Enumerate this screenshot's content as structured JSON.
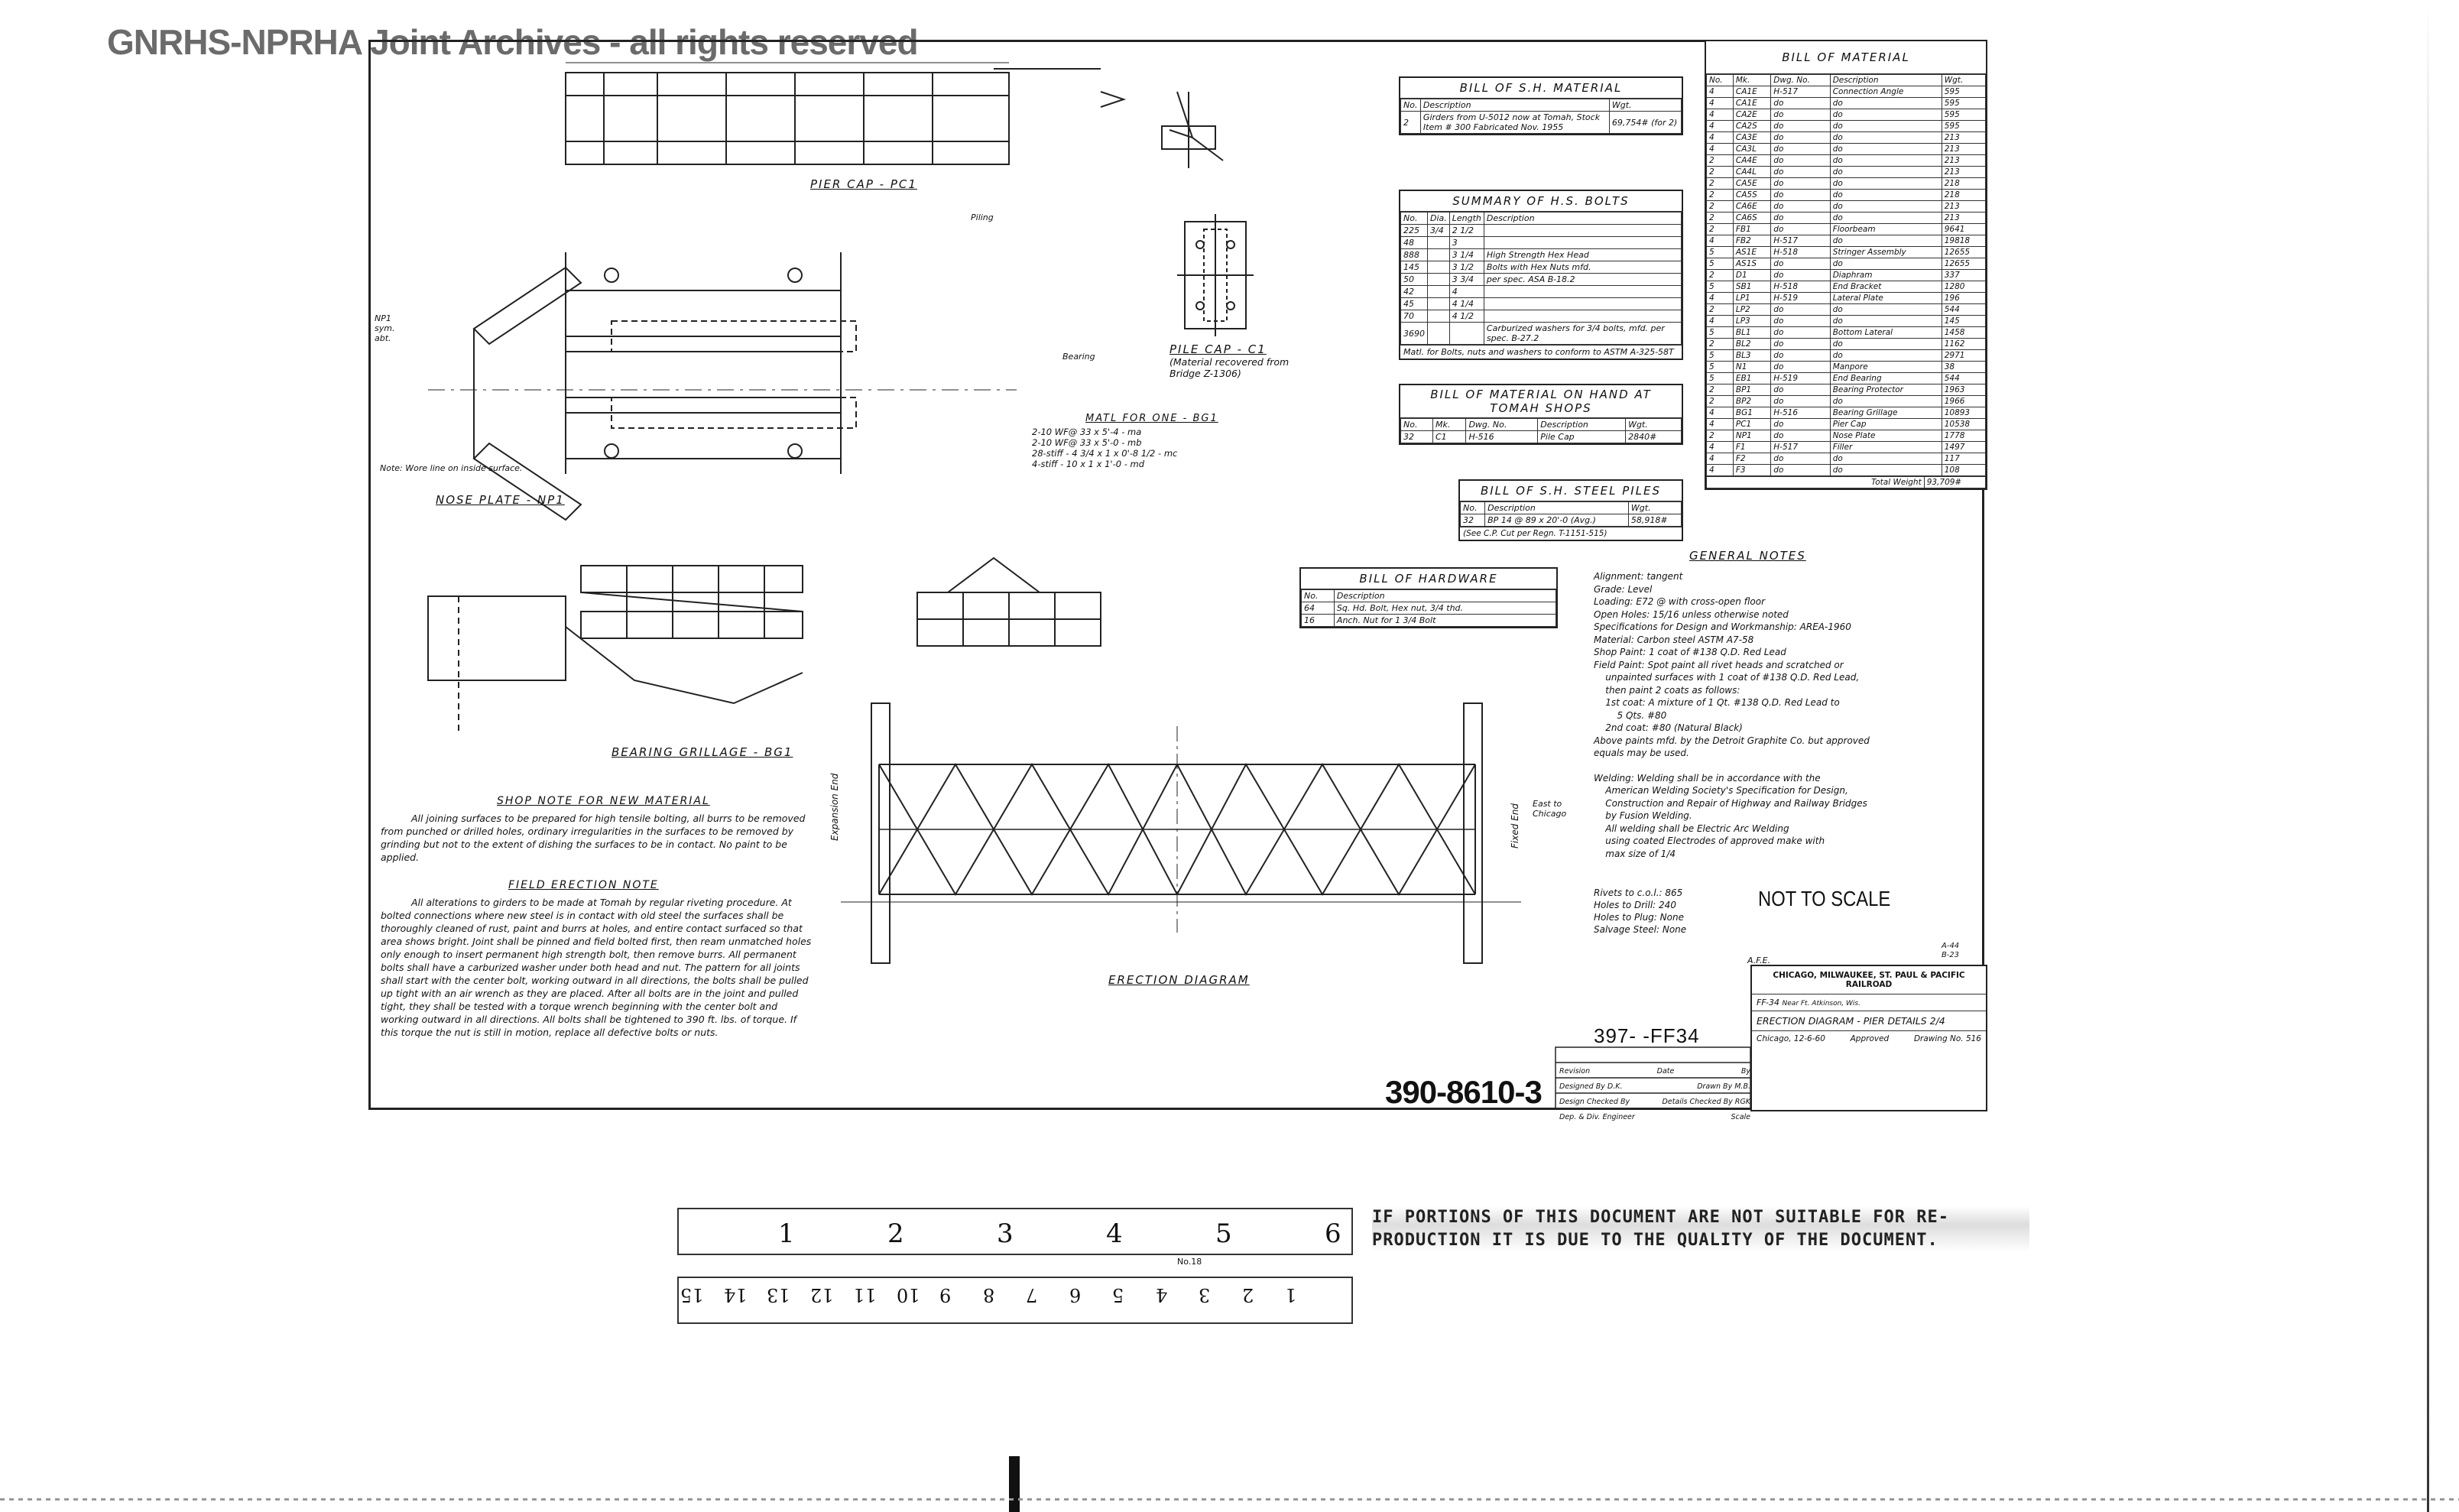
{
  "watermark": "GNRHS-NPRHA Joint Archives - all rights reserved",
  "drawing_labels": {
    "pier_cap": "PIER CAP - PC1",
    "pile_cap": "PILE CAP - C1",
    "pile_cap_note": "(Material recovered from Bridge Z-1306)",
    "nose_plate": "NOSE PLATE - NP1",
    "bearing_grillage": "BEARING GRILLAGE - BG1",
    "erection_diagram": "ERECTION DIAGRAM",
    "expansion_end": "Expansion End",
    "fixed_end": "Fixed End",
    "east_to_chicago": "East to Chicago",
    "matl_for_one": "MATL FOR ONE - BG1",
    "matl_for_one_lines": [
      "2-10 WF@ 33 x 5'-4 - ma",
      "2-10 WF@ 33 x 5'-0 - mb",
      "28-stiff - 4 3/4 x 1 x 0'-8 1/2 - mc",
      "4-stiff - 10 x 1 x 1'-0 - md"
    ],
    "nose_note": "Note: Wore line on inside surface.",
    "piling": "Piling",
    "bearing": "Bearing",
    "np1_sym": "NP1 sym. abt."
  },
  "bill_sh_material": {
    "title": "BILL OF S.H. MATERIAL",
    "headers": [
      "No.",
      "Description",
      "Wgt."
    ],
    "rows": [
      [
        "2",
        "Girders from U-5012 now at Tomah, Stock Item # 300 Fabricated Nov. 1955",
        "69,754# (for 2)"
      ]
    ]
  },
  "summary_hs_bolts": {
    "title": "SUMMARY OF H.S. BOLTS",
    "headers": [
      "No.",
      "Dia.",
      "Length",
      "Description"
    ],
    "rows": [
      [
        "225",
        "3/4",
        "2 1/2",
        ""
      ],
      [
        "48",
        "",
        "3",
        ""
      ],
      [
        "888",
        "",
        "3 1/4",
        "High Strength Hex Head"
      ],
      [
        "145",
        "",
        "3 1/2",
        "Bolts with Hex Nuts mfd."
      ],
      [
        "50",
        "",
        "3 3/4",
        "per spec. ASA B-18.2"
      ],
      [
        "42",
        "",
        "4",
        ""
      ],
      [
        "45",
        "",
        "4 1/4",
        ""
      ],
      [
        "70",
        "",
        "4 1/2",
        ""
      ],
      [
        "3690",
        "",
        "",
        "Carburized washers for 3/4 bolts, mfd. per spec. B-27.2"
      ]
    ],
    "footnote": "Matl. for Bolts, nuts and washers to conform to ASTM A-325-58T"
  },
  "bill_material_tomah": {
    "title": "BILL OF MATERIAL ON HAND AT TOMAH SHOPS",
    "headers": [
      "No.",
      "Mk.",
      "Dwg. No.",
      "Description",
      "Wgt."
    ],
    "rows": [
      [
        "32",
        "C1",
        "H-516",
        "Pile Cap",
        "2840#"
      ]
    ]
  },
  "bill_sh_steel_piles": {
    "title": "BILL OF S.H. STEEL PILES",
    "headers": [
      "No.",
      "Description",
      "Wgt."
    ],
    "rows": [
      [
        "32",
        "BP 14 @ 89 x 20'-0 (Avg.)",
        "58,918#"
      ]
    ],
    "footnote": "(See C.P. Cut per Regn. T-1151-515)"
  },
  "bill_hardware": {
    "title": "BILL OF HARDWARE",
    "headers": [
      "No.",
      "Description"
    ],
    "rows": [
      [
        "64",
        "Sq. Hd. Bolt, Hex nut, 3/4 thd."
      ],
      [
        "16",
        "Anch. Nut for 1 3/4 Bolt"
      ]
    ]
  },
  "bill_material": {
    "title": "BILL OF MATERIAL",
    "headers": [
      "No.",
      "Mk.",
      "Dwg. No.",
      "Description",
      "Wgt."
    ],
    "rows": [
      [
        "4",
        "CA1E",
        "H-517",
        "Connection Angle",
        "595"
      ],
      [
        "4",
        "CA1E",
        "do",
        "do",
        "595"
      ],
      [
        "4",
        "CA2E",
        "do",
        "do",
        "595"
      ],
      [
        "4",
        "CA2S",
        "do",
        "do",
        "595"
      ],
      [
        "4",
        "CA3E",
        "do",
        "do",
        "213"
      ],
      [
        "4",
        "CA3L",
        "do",
        "do",
        "213"
      ],
      [
        "2",
        "CA4E",
        "do",
        "do",
        "213"
      ],
      [
        "2",
        "CA4L",
        "do",
        "do",
        "213"
      ],
      [
        "2",
        "CA5E",
        "do",
        "do",
        "218"
      ],
      [
        "2",
        "CA5S",
        "do",
        "do",
        "218"
      ],
      [
        "2",
        "CA6E",
        "do",
        "do",
        "213"
      ],
      [
        "2",
        "CA6S",
        "do",
        "do",
        "213"
      ],
      [
        "2",
        "FB1",
        "do",
        "Floorbeam",
        "9641"
      ],
      [
        "4",
        "FB2",
        "H-517",
        "do",
        "19818"
      ],
      [
        "5",
        "AS1E",
        "H-518",
        "Stringer Assembly",
        "12655"
      ],
      [
        "5",
        "AS1S",
        "do",
        "do",
        "12655"
      ],
      [
        "2",
        "D1",
        "do",
        "Diaphram",
        "337"
      ],
      [
        "5",
        "SB1",
        "H-518",
        "End Bracket",
        "1280"
      ],
      [
        "4",
        "LP1",
        "H-519",
        "Lateral Plate",
        "196"
      ],
      [
        "2",
        "LP2",
        "do",
        "do",
        "544"
      ],
      [
        "4",
        "LP3",
        "do",
        "do",
        "145"
      ],
      [
        "5",
        "BL1",
        "do",
        "Bottom Lateral",
        "1458"
      ],
      [
        "2",
        "BL2",
        "do",
        "do",
        "1162"
      ],
      [
        "5",
        "BL3",
        "do",
        "do",
        "2971"
      ],
      [
        "5",
        "N1",
        "do",
        "Manpore",
        "38"
      ],
      [
        "5",
        "EB1",
        "H-519",
        "End Bearing",
        "544"
      ],
      [
        "2",
        "BP1",
        "do",
        "Bearing Protector",
        "1963"
      ],
      [
        "2",
        "BP2",
        "do",
        "do",
        "1966"
      ],
      [
        "4",
        "BG1",
        "H-516",
        "Bearing Grillage",
        "10893"
      ],
      [
        "4",
        "PC1",
        "do",
        "Pier Cap",
        "10538"
      ],
      [
        "2",
        "NP1",
        "do",
        "Nose Plate",
        "1778"
      ],
      [
        "4",
        "F1",
        "H-517",
        "Filler",
        "1497"
      ],
      [
        "4",
        "F2",
        "do",
        "do",
        "117"
      ],
      [
        "4",
        "F3",
        "do",
        "do",
        "108"
      ]
    ],
    "total_label": "Total Weight",
    "total_value": "93,709#"
  },
  "general_notes": {
    "title": "GENERAL NOTES",
    "lines": [
      "Alignment: tangent",
      "Grade: Level",
      "Loading: E72 @ with cross-open floor",
      "Open Holes: 15/16 unless otherwise noted",
      "Specifications for Design and Workmanship: AREA-1960",
      "Material: Carbon steel ASTM A7-58",
      "Shop Paint: 1 coat of #138 Q.D. Red Lead",
      "Field Paint: Spot paint all rivet heads and scratched or",
      "    unpainted surfaces with 1 coat of #138 Q.D. Red Lead,",
      "    then paint 2 coats as follows:",
      "    1st coat: A mixture of 1 Qt. #138 Q.D. Red Lead to",
      "        5 Qts. #80",
      "    2nd coat: #80 (Natural Black)",
      "Above paints mfd. by the Detroit Graphite Co. but approved",
      "equals may be used.",
      "",
      "Welding: Welding shall be in accordance with the",
      "    American Welding Society's Specification for Design,",
      "    Construction and Repair of Highway and Railway Bridges",
      "    by Fusion Welding.",
      "    All welding shall be Electric Arc Welding",
      "    using coated Electrodes of approved make with",
      "    max size of 1/4"
    ],
    "rivets": [
      "Rivets to c.o.l.: 865",
      "Holes to Drill: 240",
      "Holes to Plug: None",
      "Salvage Steel: None"
    ]
  },
  "not_to_scale": "NOT TO SCALE",
  "shop_note": {
    "title": "SHOP NOTE FOR NEW MATERIAL",
    "text": "All joining surfaces to be prepared for high tensile bolting, all burrs to be removed from punched or drilled holes, ordinary irregularities in the surfaces to be removed by grinding but not to the extent of dishing the surfaces to be in contact. No paint to be applied."
  },
  "field_note": {
    "title": "FIELD ERECTION NOTE",
    "text": "All alterations to girders to be made at Tomah by regular riveting procedure. At bolted connections where new steel is in contact with old steel the surfaces shall be thoroughly cleaned of rust, paint and burrs at holes, and entire contact surfaced so that area shows bright. Joint shall be pinned and field bolted first, then ream unmatched holes only enough to insert permanent high strength bolt, then remove burrs. All permanent bolts shall have a carburized washer under both head and nut. The pattern for all joints shall start with the center bolt, working outward in all directions, the bolts shall be pulled up tight with an air wrench as they are placed. After all bolts are in the joint and pulled tight, they shall be tested with a torque wrench beginning with the center bolt and working outward in all directions. All bolts shall be tightened to 390 ft. lbs. of torque. If this torque the nut is still in motion, replace all defective bolts or nuts."
  },
  "title_block": {
    "railroad": "CHICAGO, MILWAUKEE, ST. PAUL & PACIFIC RAILROAD",
    "bridge_no": "FF-34",
    "location": "Near Ft. Atkinson, Wis.",
    "drawing_title": "ERECTION DIAGRAM - PIER DETAILS",
    "sheet": "2/4",
    "city": "Chicago",
    "date": "12-6-60",
    "approved": "Approved",
    "drawing_no_label": "Drawing No.",
    "drawing_no": "516",
    "designed_by_label": "Designed By",
    "designed_by": "D.K.",
    "drawn_by_label": "Drawn By",
    "drawn_by": "M.B.",
    "checked_label": "Design Checked By",
    "details_checked_label": "Details Checked By",
    "details_checked": "RGK",
    "dept_label": "Dep. & Div. Engineer",
    "scale_note_label": "Scale",
    "ref_no": "397-  -FF34",
    "stamp": "390-8610-3",
    "sheet_marks": [
      "A-44",
      "B-23"
    ],
    "revision_label": "Revision",
    "date_label": "Date",
    "by_label": "By",
    "abbr": "A.F.E."
  },
  "disclaimer": {
    "line1": "IF PORTIONS OF THIS DOCUMENT ARE NOT SUITABLE FOR RE-",
    "line2": "PRODUCTION IT IS DUE TO THE QUALITY OF THE DOCUMENT."
  },
  "ruler": {
    "top_numbers": [
      "1",
      "2",
      "3",
      "4",
      "5",
      "6"
    ],
    "bottom_numbers": [
      "15",
      "14",
      "13",
      "12",
      "11",
      "10",
      "9",
      "8",
      "7",
      "6",
      "5",
      "4",
      "3",
      "2",
      "1"
    ],
    "brand": "No.18"
  }
}
